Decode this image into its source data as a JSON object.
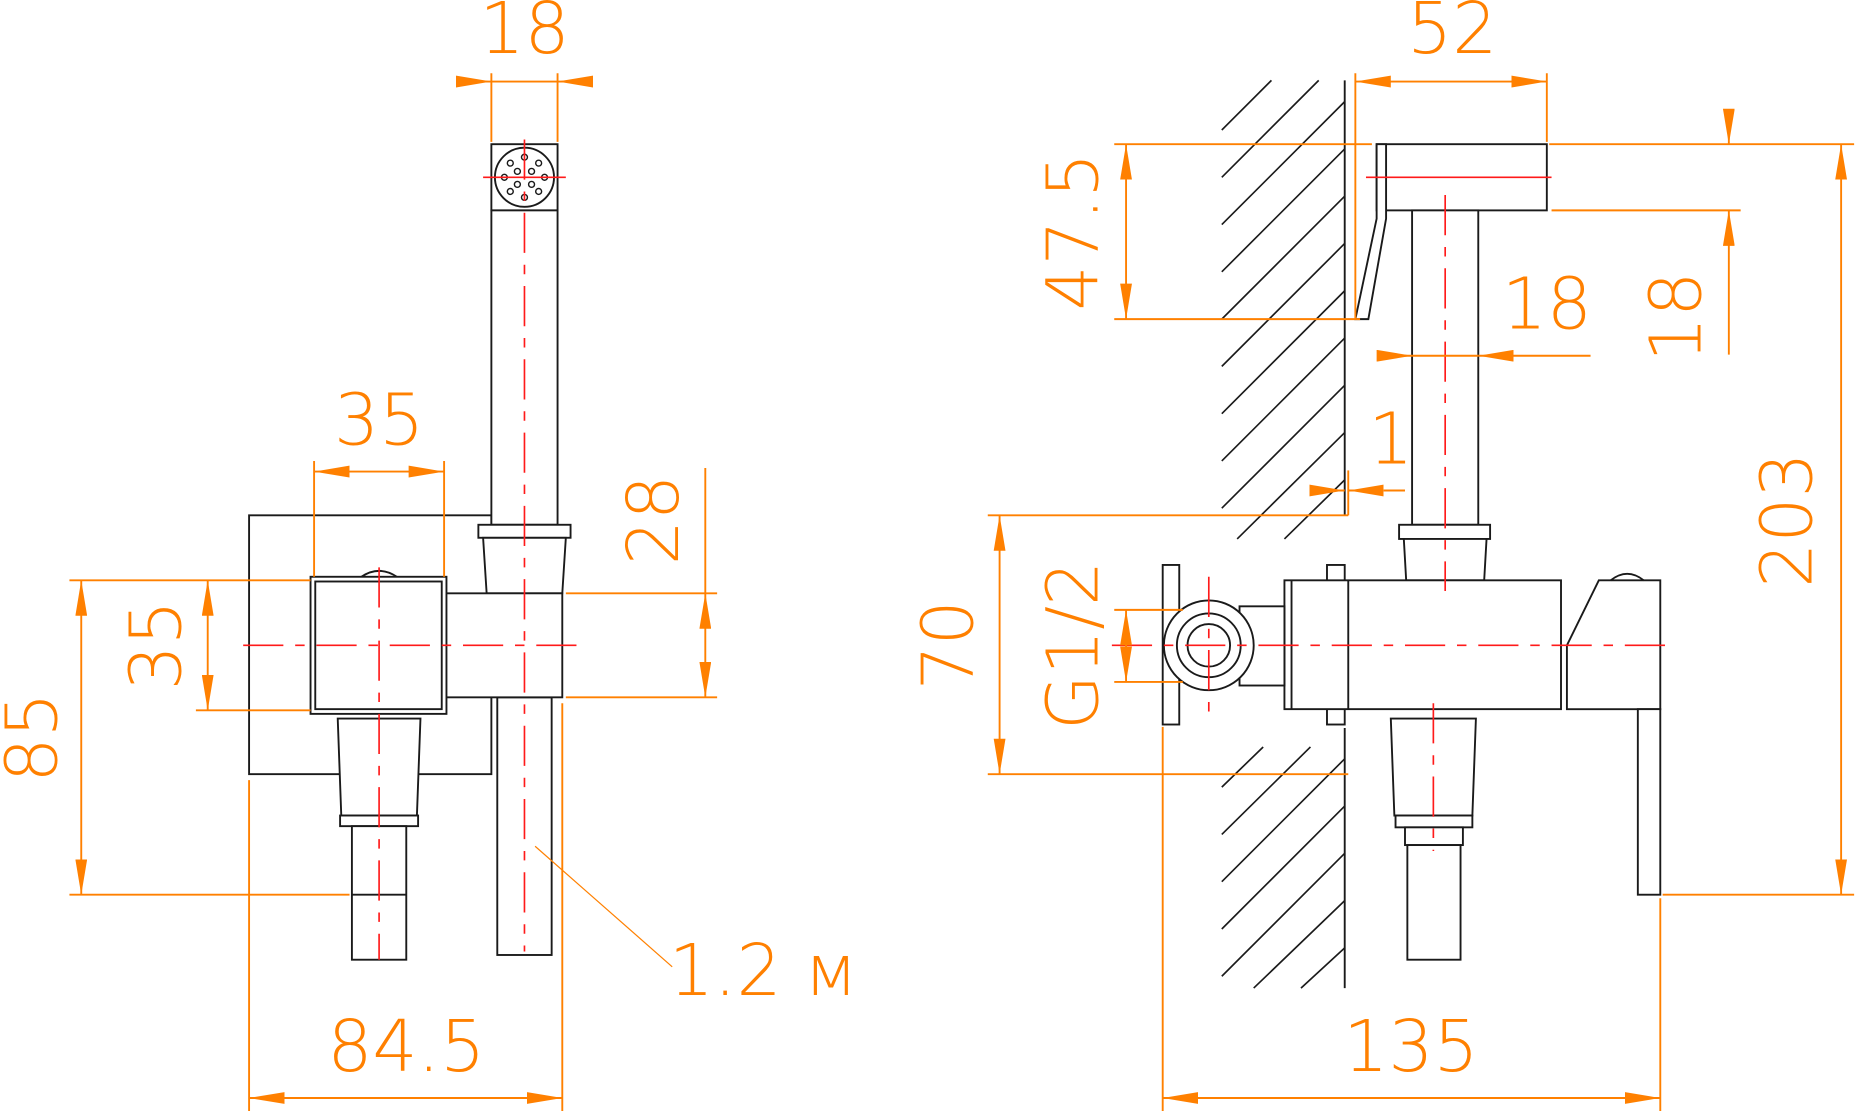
{
  "title": "Technical drawing: concealed hygienic shower set",
  "colors": {
    "dimension": "#FF8000",
    "centerline": "#FF1a1a",
    "outline": "#1a1a1a"
  },
  "front_view": {
    "dims": {
      "head_width": "18",
      "valve_width": "35",
      "valve_height": "35",
      "outlet_height": "28",
      "total_height": "85",
      "plate_width": "84.5",
      "hose_length": "1.2 м"
    }
  },
  "side_view": {
    "dims": {
      "holder_depth": "52",
      "holder_height": "47.5",
      "tube_width": "18",
      "head_thickness": "18",
      "wall_gap": "1",
      "total_height": "203",
      "plate_height": "70",
      "thread": "G1/2",
      "total_depth": "135"
    }
  }
}
